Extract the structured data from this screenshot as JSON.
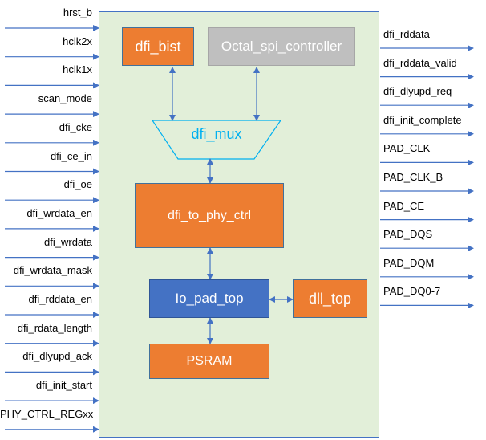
{
  "diagram": {
    "inputs": [
      "hrst_b",
      "hclk2x",
      "hclk1x",
      "scan_mode",
      "dfi_cke",
      "dfi_ce_in",
      "dfi_oe",
      "dfi_wrdata_en",
      "dfi_wrdata",
      "dfi_wrdata_mask",
      "dfi_rddata_en",
      "dfi_rdata_length",
      "dfi_dlyupd_ack",
      "dfi_init_start",
      "PHY_CTRL_REGxx"
    ],
    "outputs": [
      "dfi_rddata",
      "dfi_rddata_valid",
      "dfi_dlyupd_req",
      "dfi_init_complete",
      "PAD_CLK",
      "PAD_CLK_B",
      "PAD_CE",
      "PAD_DQS",
      "PAD_DQM",
      "PAD_DQ0-7"
    ],
    "blocks": {
      "dfi_bist": "dfi_bist",
      "octal_spi_controller": "Octal_spi_controller",
      "dfi_mux": "dfi_mux",
      "dfi_to_phy_ctrl": "dfi_to_phy_ctrl",
      "io_pad_top": "Io_pad_top",
      "dll_top": "dll_top",
      "psram": "PSRAM"
    },
    "colors": {
      "orange": "#ed7d31",
      "grey": "#bfbfbf",
      "blue": "#4472c4",
      "mux_cyan": "#00b0f0",
      "background": "#e2efd9",
      "arrow": "#4472c4"
    }
  }
}
